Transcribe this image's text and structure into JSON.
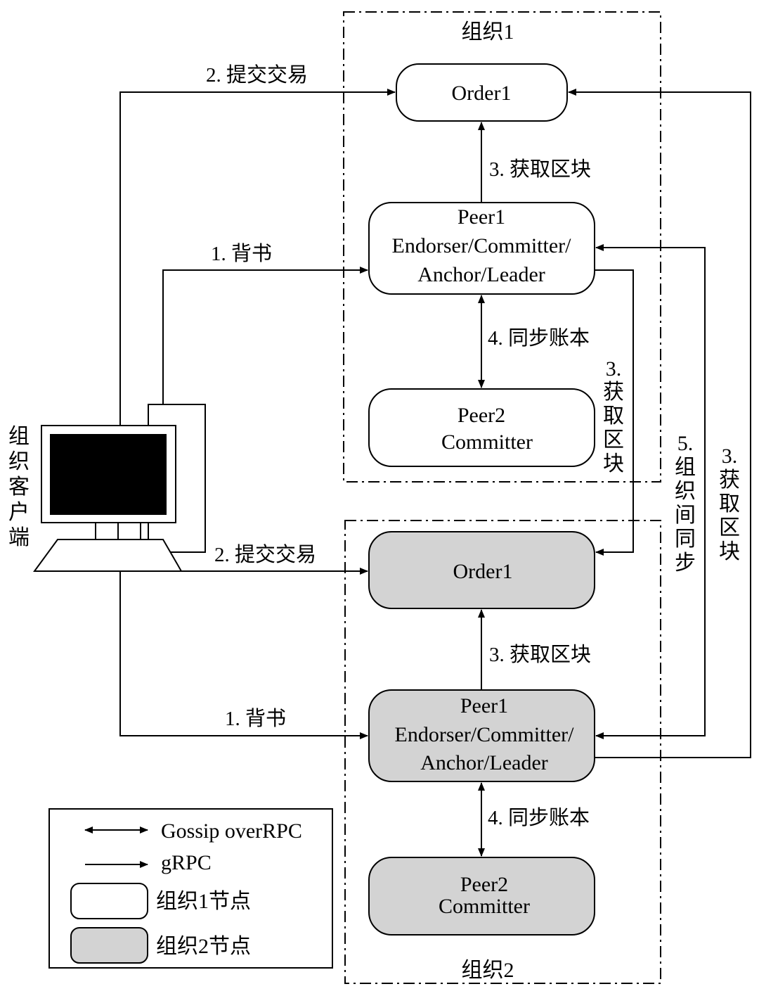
{
  "orgs": {
    "org1_title": "组织1",
    "org2_title": "组织2"
  },
  "client": {
    "label_chars": [
      "组",
      "织",
      "客",
      "户",
      "端"
    ]
  },
  "org1_nodes": {
    "order": "Order1",
    "peer1_line1": "Peer1",
    "peer1_line2": "Endorser/Committer/",
    "peer1_line3": "Anchor/Leader",
    "peer2_line1": "Peer2",
    "peer2_line2": "Committer"
  },
  "org2_nodes": {
    "order": "Order1",
    "peer1_line1": "Peer1",
    "peer1_line2": "Endorser/Committer/",
    "peer1_line3": "Anchor/Leader",
    "peer2_line1": "Peer2",
    "peer2_line2": "Committer"
  },
  "edges": {
    "submit_tx_1": "2. 提交交易",
    "endorse_1": "1. 背书",
    "get_block_1": "3. 获取区块",
    "sync_ledger_1": "4. 同步账本",
    "submit_tx_2": "2. 提交交易",
    "endorse_2": "1. 背书",
    "get_block_2": "3. 获取区块",
    "sync_ledger_2": "4. 同步账本",
    "cross_get_block_a": [
      "3.",
      "获",
      "取",
      "区",
      "块"
    ],
    "inter_org_sync": [
      "5.",
      "组",
      "织",
      "间",
      "同",
      "步"
    ],
    "cross_get_block_b": [
      "3.",
      "获",
      "取",
      "区",
      "块"
    ]
  },
  "legend": {
    "gossip": "Gossip overRPC",
    "grpc": "gRPC",
    "org1_node": "组织1节点",
    "org2_node": "组织2节点"
  },
  "colors": {
    "org1_fill": "#ffffff",
    "org2_fill": "#d3d3d3",
    "screen": "#000000",
    "stroke": "#000000"
  }
}
